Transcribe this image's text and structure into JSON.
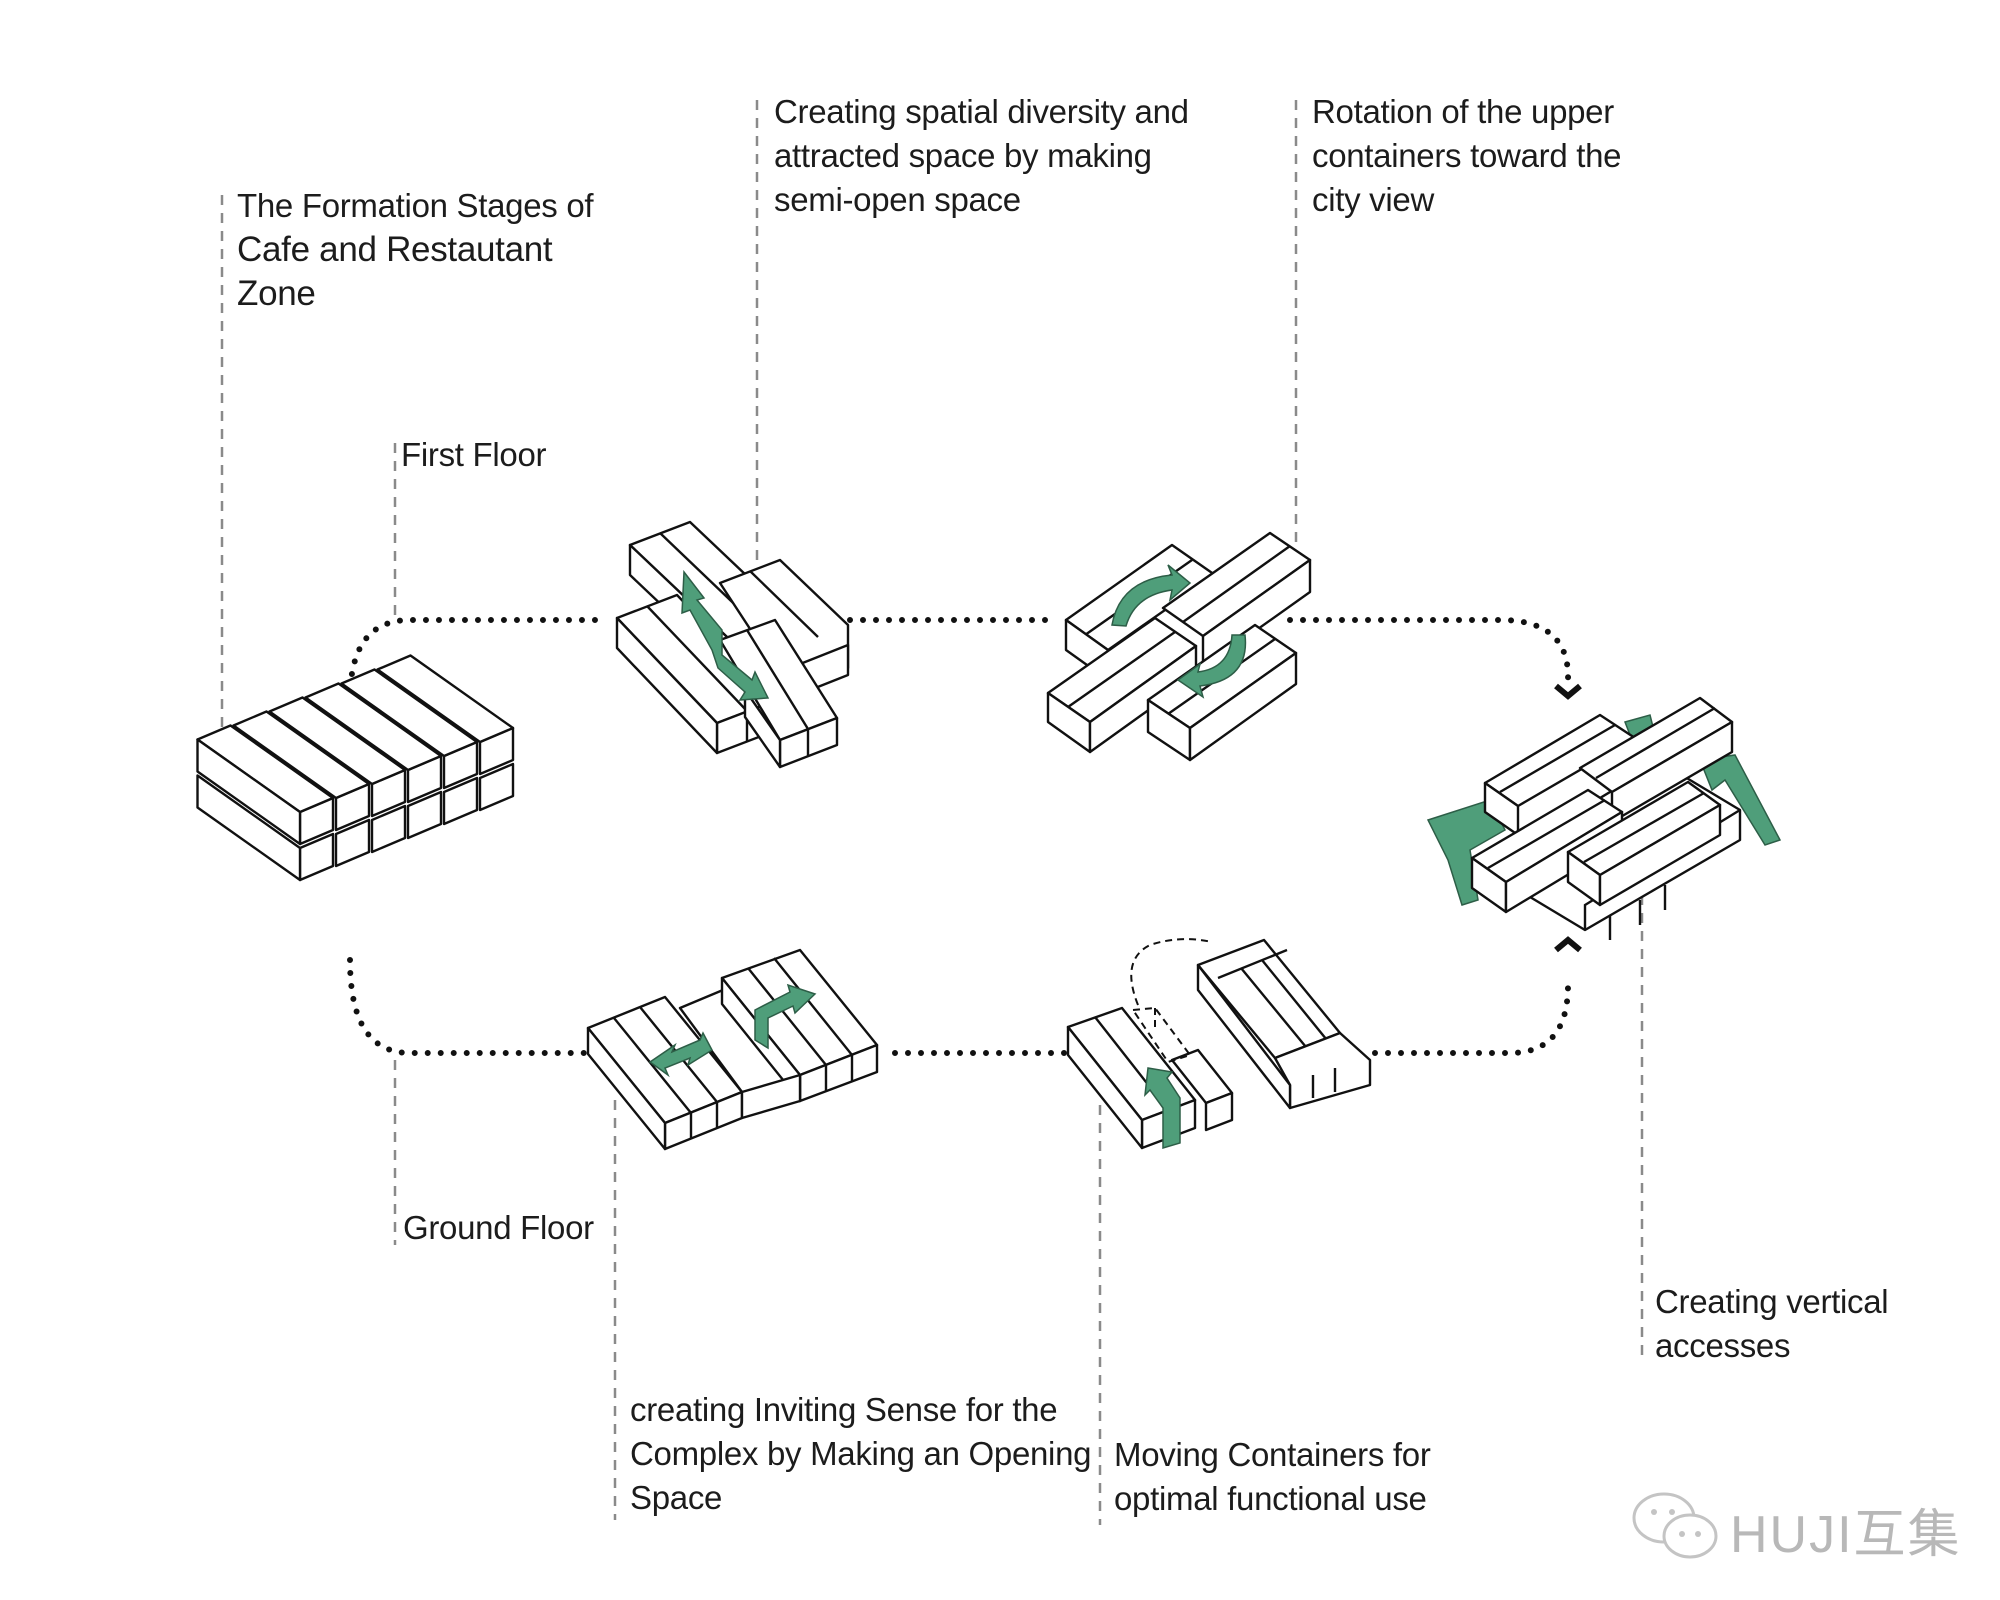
{
  "diagram": {
    "title": {
      "lines": [
        "The Formation Stages of",
        "Cafe and Restautant",
        "Zone"
      ]
    },
    "floors": {
      "first_floor": "First Floor",
      "ground_floor": "Ground Floor"
    },
    "stages": [
      {
        "id": "semi-open",
        "level": "first",
        "lines": [
          "Creating spatial diversity and",
          "attracted space by making",
          "semi-open space"
        ]
      },
      {
        "id": "rotation",
        "level": "first",
        "lines": [
          "Rotation of the upper",
          "containers toward the",
          "city view"
        ]
      },
      {
        "id": "opening",
        "level": "ground",
        "lines": [
          "creating Inviting Sense for the",
          "Complex by Making an Opening",
          "Space"
        ]
      },
      {
        "id": "moving",
        "level": "ground",
        "lines": [
          "Moving Containers for",
          "optimal functional use"
        ]
      },
      {
        "id": "vertical",
        "level": "final",
        "lines": [
          "Creating vertical",
          "accesses"
        ]
      }
    ],
    "flow": {
      "start": "container-stack",
      "upper_path": [
        "container-stack",
        "semi-open",
        "rotation",
        "final-assembly"
      ],
      "lower_path": [
        "container-stack",
        "opening",
        "moving",
        "final-assembly"
      ]
    },
    "colors": {
      "accent_green": "#4f9e7a",
      "outline": "#111111",
      "leader_line": "#8a8a8a",
      "background": "#ffffff"
    },
    "watermark": {
      "icon": "wechat-icon",
      "text": "HUJI互集"
    }
  }
}
